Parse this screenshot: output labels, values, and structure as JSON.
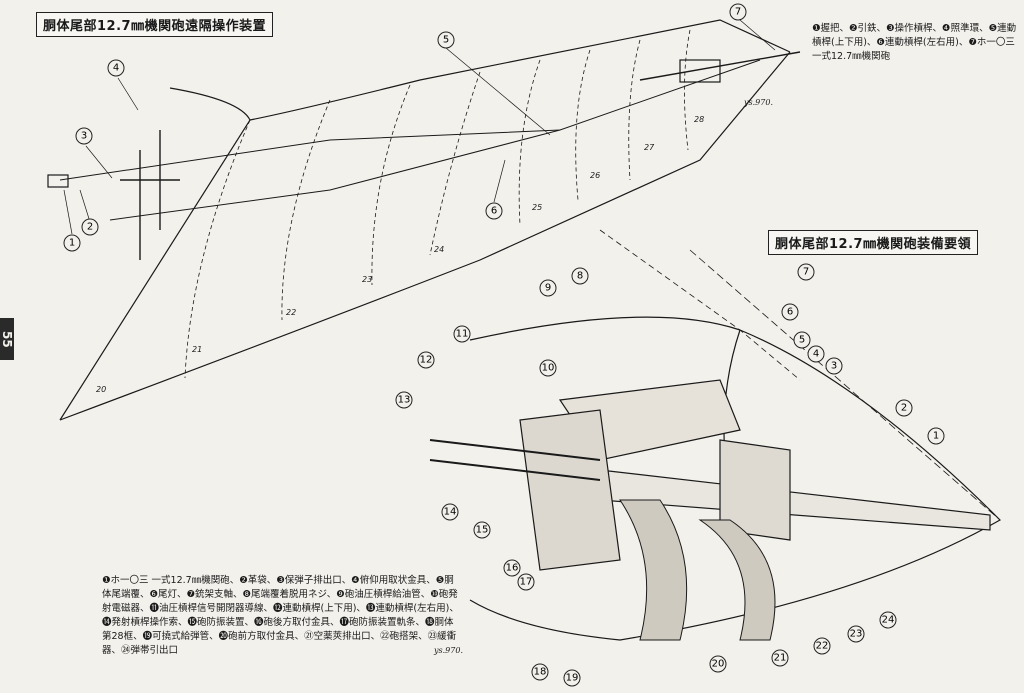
{
  "titles": {
    "top": "胴体尾部12.7㎜機関砲遠隔操作装置",
    "mid": "胴体尾部12.7㎜機関砲装備要領"
  },
  "page_number": "55",
  "legend_top": "❶握把、❷引鉄、❸操作槓桿、❹照準環、❺連動槓桿(上下用)、❻連動槓桿(左右用)、❼ホ一〇三 一式12.7㎜機関砲",
  "legend_bottom": "❶ホ一〇三 一式12.7㎜機関砲、❷革袋、❸保弾子排出口、❹俯仰用取状金具、❺胴体尾端覆、❻尾灯、❼銃架支軸、❽尾端覆着脱用ネジ、❾砲油圧槓桿給油管、❿砲発射電磁器、⓫油圧槓桿信号開閉器導線、⓬連動槓桿(上下用)、⓭連動槓桿(左右用)、⓮発射槓桿操作索、⓯砲防振装置、⓰砲後方取付金具、⓱砲防振装置軌条、⓲胴体第28框、⓳可撓式給弾管、⓴砲前方取付金具、㉑空薬莢排出口、㉒砲搭架、㉓緩衝器、㉔弾帯引出口",
  "signatures": {
    "top": "ys.970.",
    "bottom": "ys.970."
  },
  "frame_numbers_top": [
    "20",
    "21",
    "22",
    "23",
    "24",
    "25",
    "26",
    "27",
    "28"
  ],
  "callouts_top": [
    "1",
    "2",
    "3",
    "4",
    "5",
    "6",
    "7"
  ],
  "callouts_bottom": [
    "1",
    "2",
    "3",
    "4",
    "5",
    "6",
    "7",
    "8",
    "9",
    "10",
    "11",
    "12",
    "13",
    "14",
    "15",
    "16",
    "17",
    "18",
    "19",
    "20",
    "21",
    "22",
    "23",
    "24"
  ],
  "colors": {
    "ink": "#1a1a1a",
    "paper": "#f3f1ec"
  }
}
